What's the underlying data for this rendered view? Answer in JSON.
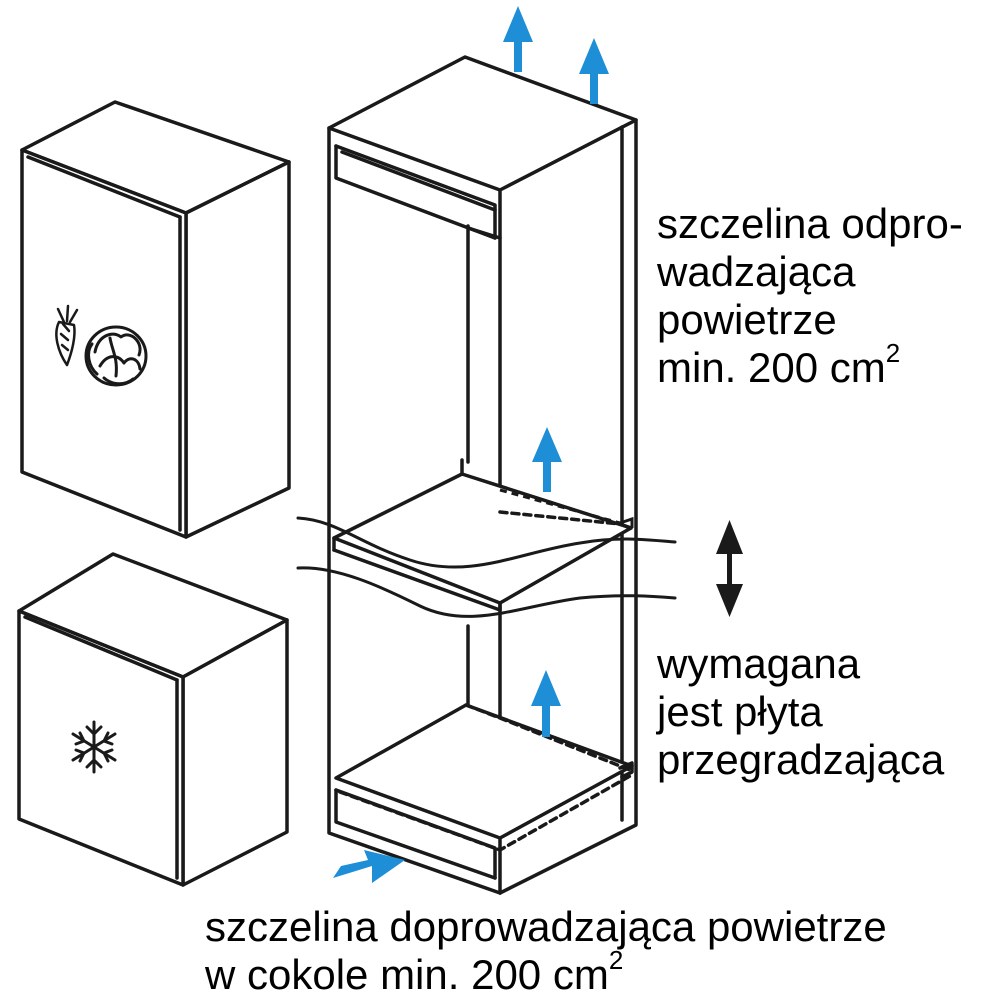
{
  "labels": {
    "exhaust_vent": {
      "line1": "szczelina odpro-",
      "line2": "wadzająca",
      "line3": "powietrze",
      "line4": "min. 200 cm",
      "sup": "2"
    },
    "divider_plate": {
      "line1": "wymagana",
      "line2": "jest płyta",
      "line3": "przegradzająca"
    },
    "intake_vent": {
      "line1": "szczelina doprowadzająca powietrze",
      "line2": "w cokole min. 200 cm",
      "sup": "2"
    }
  },
  "icons": {
    "fridge_door": [
      "carrot-icon",
      "cabbage-icon"
    ],
    "freezer_door": [
      "snowflake-icon"
    ]
  },
  "colors": {
    "airflow_arrow": "#1e8fd6",
    "line": "#1a1a1a",
    "background": "#ffffff"
  }
}
